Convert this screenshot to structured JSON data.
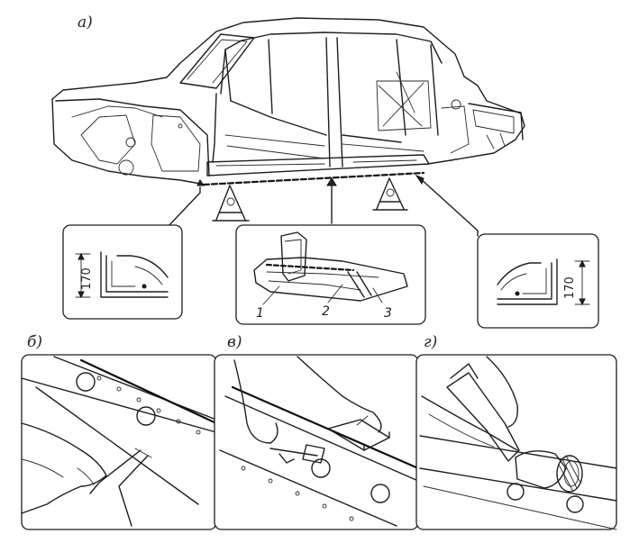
{
  "labels": {
    "a": "а)",
    "b": "б)",
    "v": "в)",
    "g": "г)"
  },
  "dimensions": {
    "left": "170",
    "right": "170"
  },
  "callouts": [
    "1",
    "2",
    "3"
  ],
  "colors": {
    "ink": "#1e1e1e",
    "paper": "#ffffff"
  }
}
